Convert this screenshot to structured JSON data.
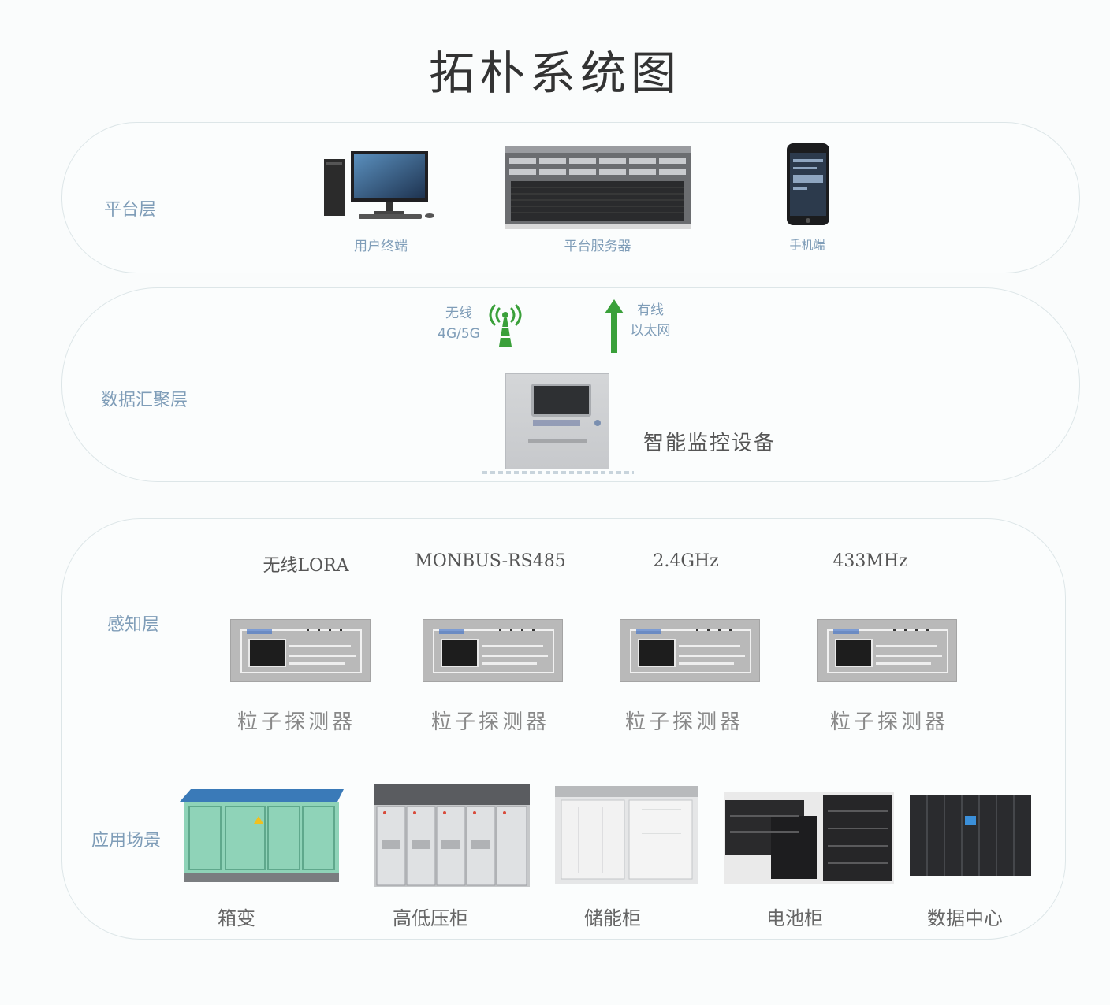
{
  "title": "拓朴系统图",
  "layers": {
    "platform": {
      "label": "平台层",
      "devices": [
        "用户终端",
        "平台服务器",
        "手机端"
      ]
    },
    "aggregation": {
      "label": "数据汇聚层",
      "wireless": {
        "line1": "无线",
        "line2": "4G/5G"
      },
      "wired": {
        "line1": "有线",
        "line2": "以太网"
      },
      "device": "智能监控设备"
    },
    "perception": {
      "label": "感知层",
      "protocols": [
        "无线LORA",
        "MONBUS-RS485",
        "2.4GHz",
        "433MHz"
      ],
      "detector_name": "粒子探测器"
    },
    "application": {
      "label": "应用场景",
      "scenes": [
        "箱变",
        "高低压柜",
        "储能柜",
        "电池柜",
        "数据中心"
      ]
    }
  },
  "colors": {
    "label_blue": "#7f9db8",
    "signal_green": "#3aa03a",
    "layer_border": "#dde6e8"
  },
  "icons": [
    "desktop-computer-icon",
    "rack-server-icon",
    "smartphone-icon",
    "wireless-tower-icon",
    "up-arrow-icon"
  ]
}
